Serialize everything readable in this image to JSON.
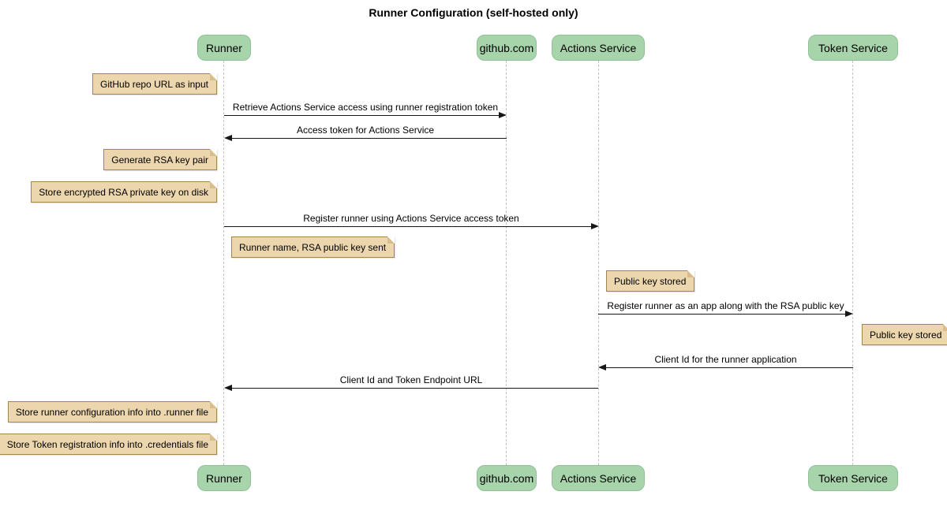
{
  "title": "Runner Configuration (self-hosted only)",
  "participants": [
    {
      "label": "Runner"
    },
    {
      "label": "github.com"
    },
    {
      "label": "Actions Service"
    },
    {
      "label": "Token Service"
    }
  ],
  "messages": [
    {
      "from": "Runner",
      "to": "github.com",
      "label": "Retrieve Actions Service access using runner registration token"
    },
    {
      "from": "github.com",
      "to": "Runner",
      "label": "Access token for Actions Service"
    },
    {
      "from": "Runner",
      "to": "Actions Service",
      "label": "Register runner using Actions Service access token"
    },
    {
      "from": "Actions Service",
      "to": "Token Service",
      "label": "Register runner as an app along with the RSA public key"
    },
    {
      "from": "Token Service",
      "to": "Actions Service",
      "label": "Client Id for the runner application"
    },
    {
      "from": "Actions Service",
      "to": "Runner",
      "label": "Client Id and Token Endpoint URL"
    }
  ],
  "notes": [
    {
      "text": "GitHub repo URL as input",
      "side": "left of Runner"
    },
    {
      "text": "Generate RSA key pair",
      "side": "left of Runner"
    },
    {
      "text": "Store encrypted RSA private key on disk",
      "side": "left of Runner"
    },
    {
      "text": "Runner name, RSA public key sent",
      "side": "right of Runner"
    },
    {
      "text": "Public key stored",
      "side": "right of Actions Service"
    },
    {
      "text": "Public key stored",
      "side": "right of Token Service"
    },
    {
      "text": "Store runner configuration info into .runner file",
      "side": "left of Runner"
    },
    {
      "text": "Store Token registration info into .credentials file",
      "side": "left of Runner"
    }
  ],
  "colors": {
    "participant_fill": "#a8d4ab",
    "participant_border": "#8fc096",
    "note_fill": "#ecd6ae",
    "note_border": "#a5854f",
    "lifeline": "#c4c4c4",
    "arrow": "#161616",
    "background": "#ffffff"
  }
}
